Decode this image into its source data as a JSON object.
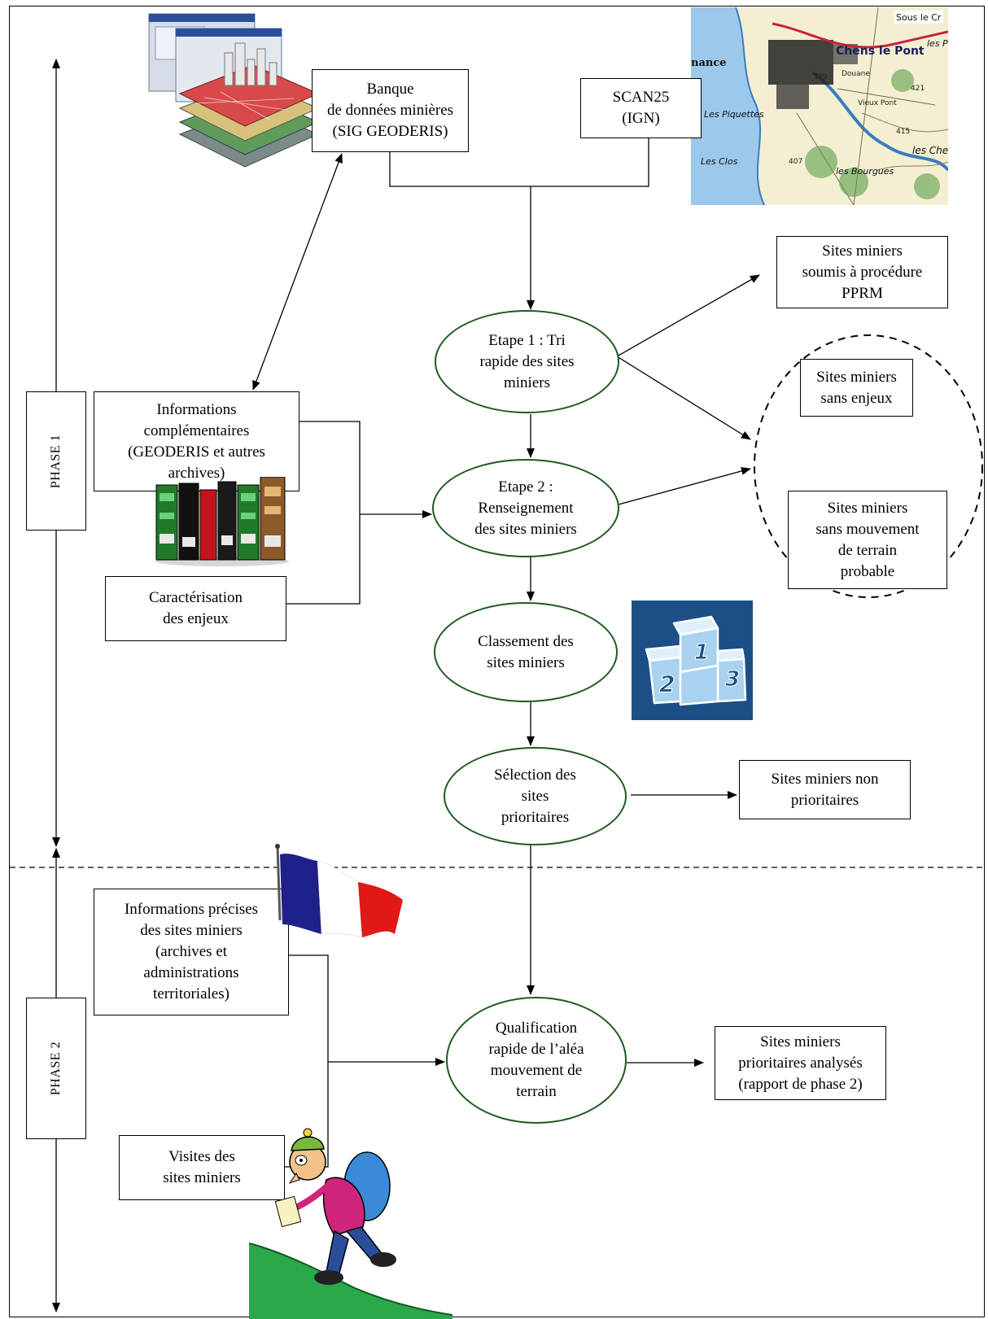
{
  "phases": {
    "phase1": "PHASE 1",
    "phase2": "PHASE 2"
  },
  "sources": {
    "banque": "Banque\nde données minières\n(SIG GEODERIS)",
    "scan25": "SCAN25\n(IGN)"
  },
  "map_labels": {
    "sous_le_cr": "Sous le Cr",
    "chens": "Chens le Pont",
    "les_plans": "les Plans",
    "nance": "nance",
    "douane": "Douane",
    "vieux_pont": "Vieux Pont",
    "les_piquettes": "Les Piquettes",
    "les_clos": "Les Clos",
    "les_che": "les Che",
    "les_bourgues": "les Bourgues",
    "spot_379": "379",
    "spot_415": "415",
    "spot_407": "407",
    "spot_421": "421"
  },
  "steps": {
    "etape1": "Etape 1 : Tri\nrapide des sites\nminiers",
    "etape2": "Etape 2 :\nRenseignement\ndes sites miniers",
    "classement": "Classement des\nsites miniers",
    "selection": "Sélection des\nsites\nprioritaires",
    "qualification": "Qualification\nrapide de l’aléa\nmouvement de\nterrain"
  },
  "inputs": {
    "informations_complementaires": "Informations\ncomplémentaires\n(GEODERIS et autres\narchives)",
    "caracterisation": "Caractérisation\ndes enjeux",
    "informations_precises": "Informations précises\ndes sites miniers\n(archives et\nadministrations\nterritoriales)",
    "visites": "Visites des\nsites miniers"
  },
  "outputs": {
    "pprm": "Sites miniers\nsoumis à procédure\nPPRM",
    "sans_enjeux": "Sites miniers\nsans enjeux",
    "sans_mouvement": "Sites miniers\nsans mouvement\nde terrain\nprobable",
    "non_prioritaires": "Sites miniers non\nprioritaires",
    "analyses": "Sites miniers\nprioritaires analysés\n(rapport de phase 2)"
  },
  "podium_numbers": {
    "first": "1",
    "second": "2",
    "third": "3"
  },
  "colors": {
    "ellipse_border": "#1f5a1f",
    "flag_blue": "#20208a",
    "flag_red": "#e01818",
    "podium_bg": "#1c4f86",
    "podium_face": "#a9d2f0",
    "map_water": "#9cc8ec",
    "map_land": "#f4efd2"
  }
}
